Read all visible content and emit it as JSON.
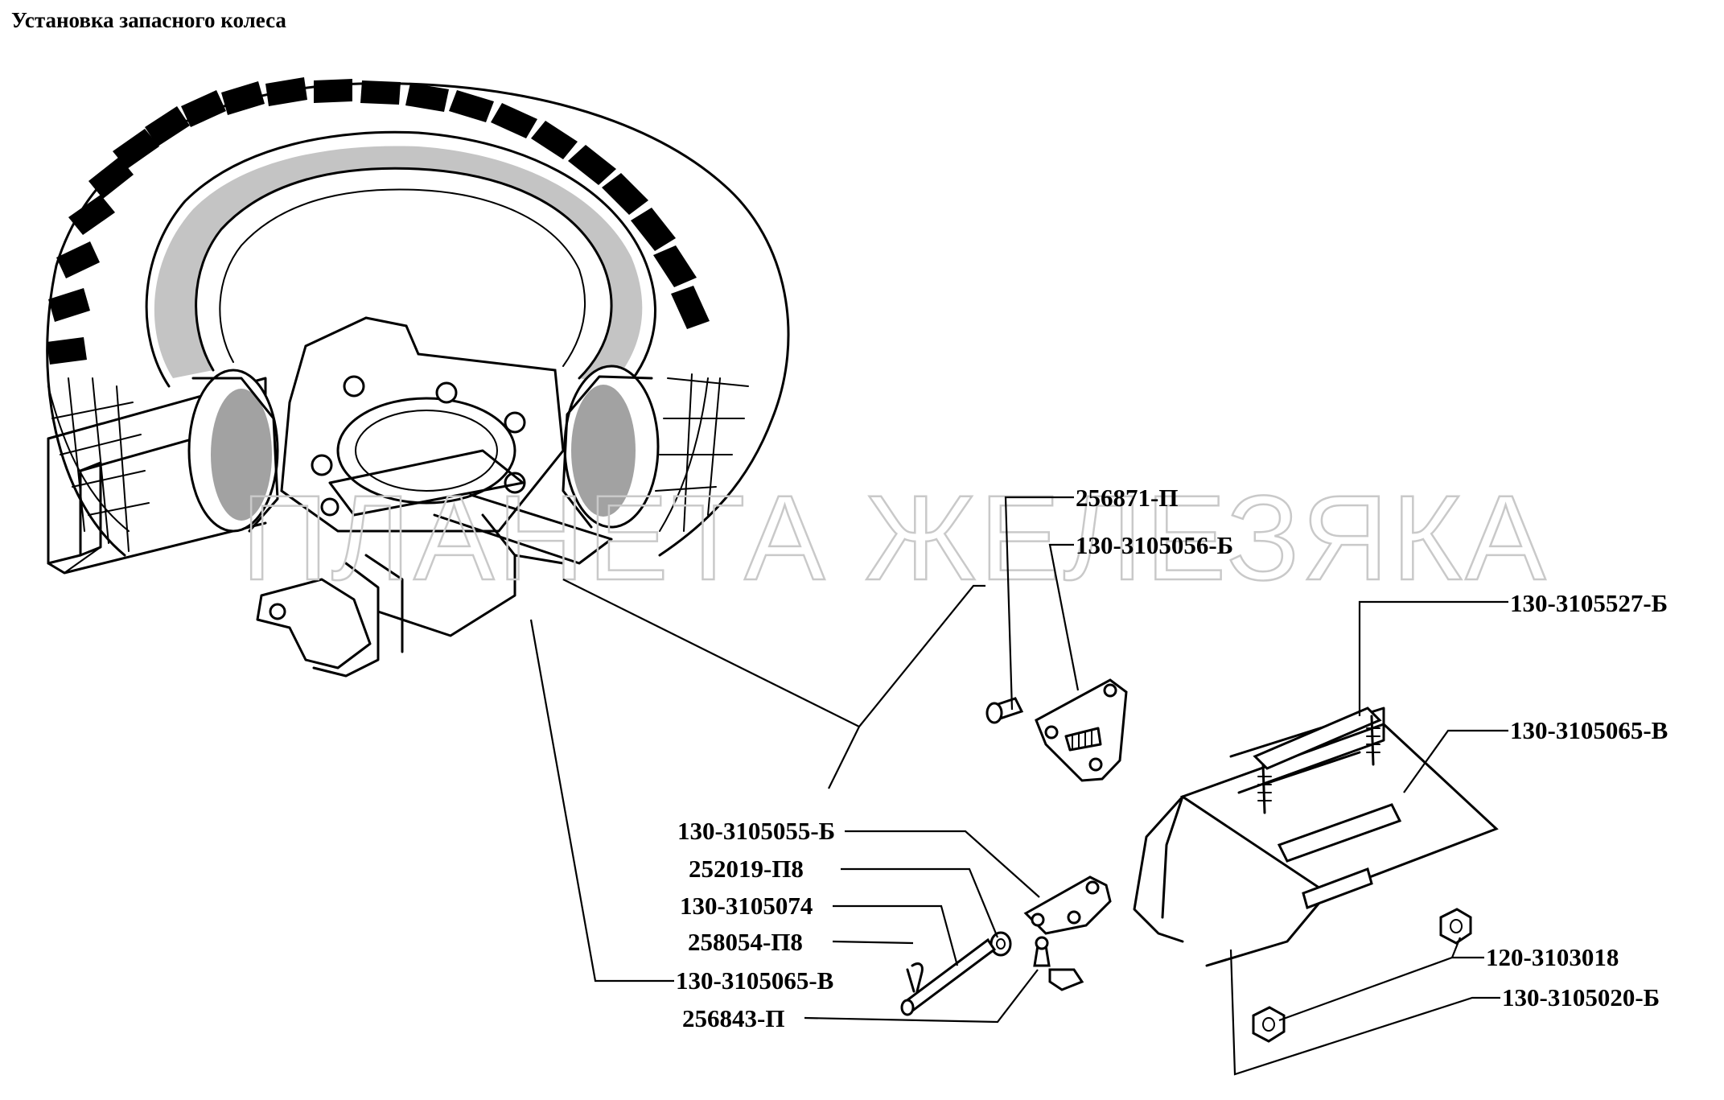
{
  "title": "Установка запасного колеса",
  "watermark": "ПЛАНЕТА ЖЕЛЕЗЯКА",
  "labels": {
    "l256871": "256871-П",
    "l3105056": "130-3105056-Б",
    "l3105527": "130-3105527-Б",
    "l3105065a": "130-3105065-В",
    "l3105055": "130-3105055-Б",
    "l252019": "252019-П8",
    "l3105074": "130-3105074",
    "l258054": "258054-П8",
    "l3105065b": "130-3105065-В",
    "l256843": "256843-П",
    "l3103018": "120-3103018",
    "l3105020": "130-3105020-Б"
  }
}
